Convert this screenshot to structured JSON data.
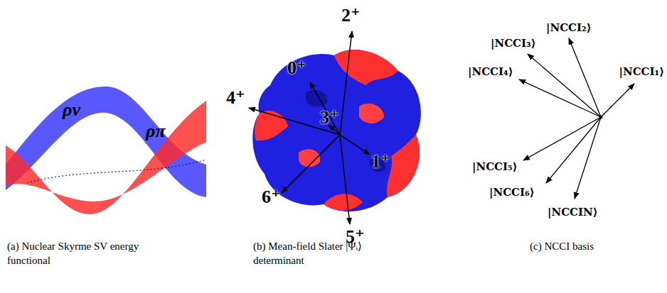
{
  "diagram": {
    "labels": [
      "ρν",
      "ρπ",
      "0⁺",
      "2⁺",
      "4⁺",
      "3⁺",
      "1⁺",
      "6⁺",
      "5⁺",
      "|NCCI₁⟩",
      "|NCCI₂⟩",
      "|NCCI₃⟩",
      "|NCCI₄⟩",
      "|NCCI₅⟩",
      "|NCCI₆⟩",
      "|NCCIN⟩",
      "(a) Nuclear Skyrme SV energy functional",
      "(b) Mean-field Slater |Ψᵢ⟩ determinant",
      "(c) NCCI basis"
    ]
  }
}
